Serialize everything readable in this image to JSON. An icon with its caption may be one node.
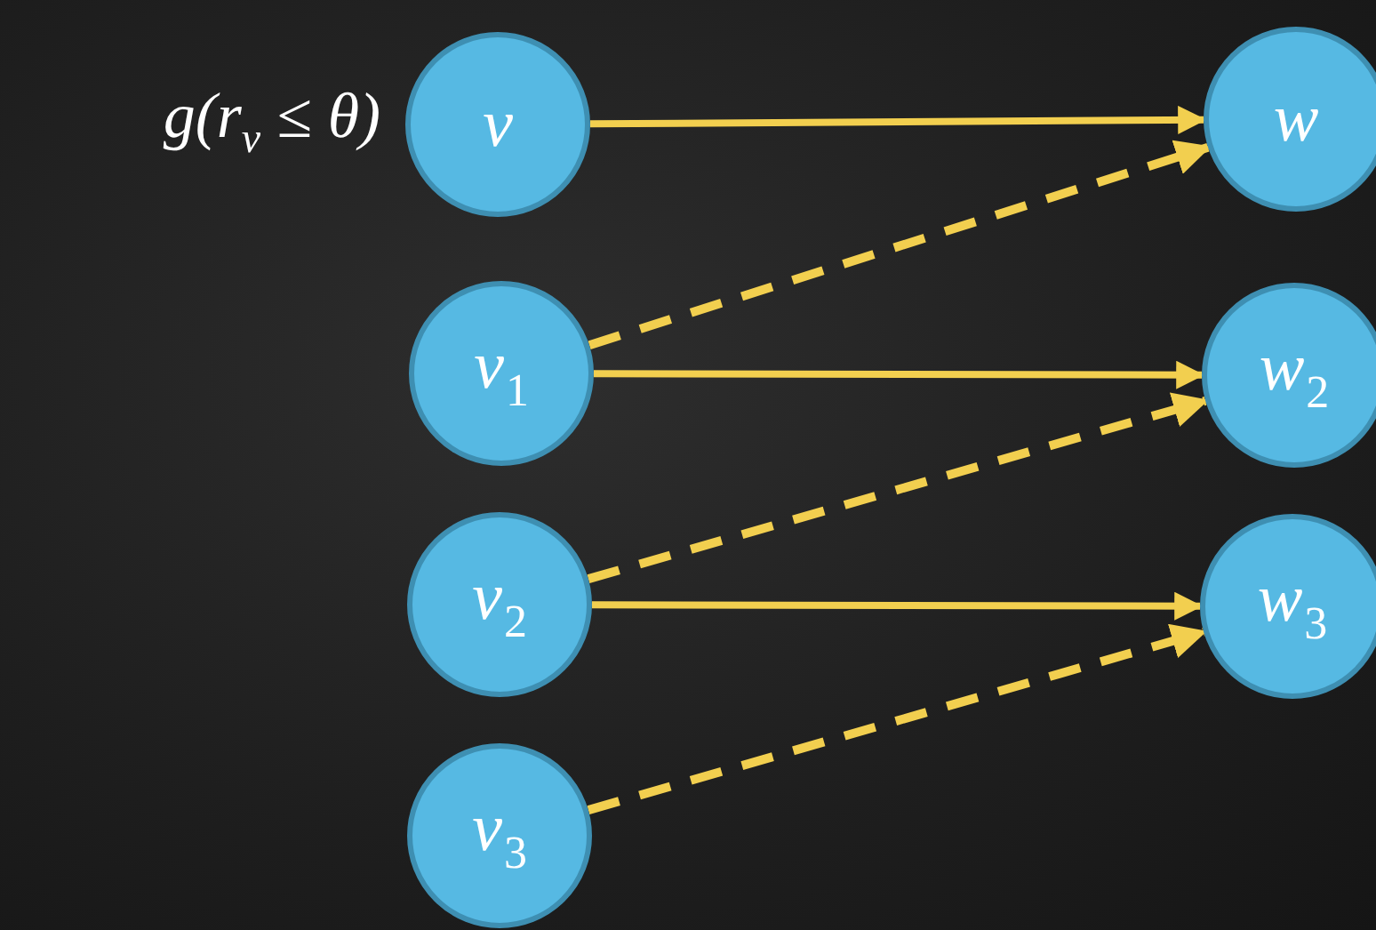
{
  "diagram": {
    "nodes": [
      {
        "text": [
          "v"
        ],
        "beside": [
          "g(r$_{v}$ ≤ θ)"
        ]
      },
      {
        "text": [
          "w"
        ]
      },
      {
        "text": [
          "v$_{1}$"
        ]
      },
      {
        "text": [
          "w$_{2}$"
        ]
      },
      {
        "text": [
          "v$_{2}$"
        ]
      },
      {
        "text": [
          "w$_{3}$"
        ]
      },
      {
        "text": [
          "v$_{3}$"
        ]
      }
    ],
    "edges": [
      {
        "from": 0,
        "to": 1,
        "arrow": "to"
      },
      {
        "from": 2,
        "to": 1,
        "arrow": "to",
        "style": "dashed"
      },
      {
        "from": 2,
        "to": 3,
        "arrow": "to"
      },
      {
        "from": 4,
        "to": 3,
        "arrow": "to",
        "style": "dashed"
      },
      {
        "from": 4,
        "to": 5,
        "arrow": "to"
      },
      {
        "from": 6,
        "to": 5,
        "arrow": "to",
        "style": "dashed"
      }
    ]
  }
}
